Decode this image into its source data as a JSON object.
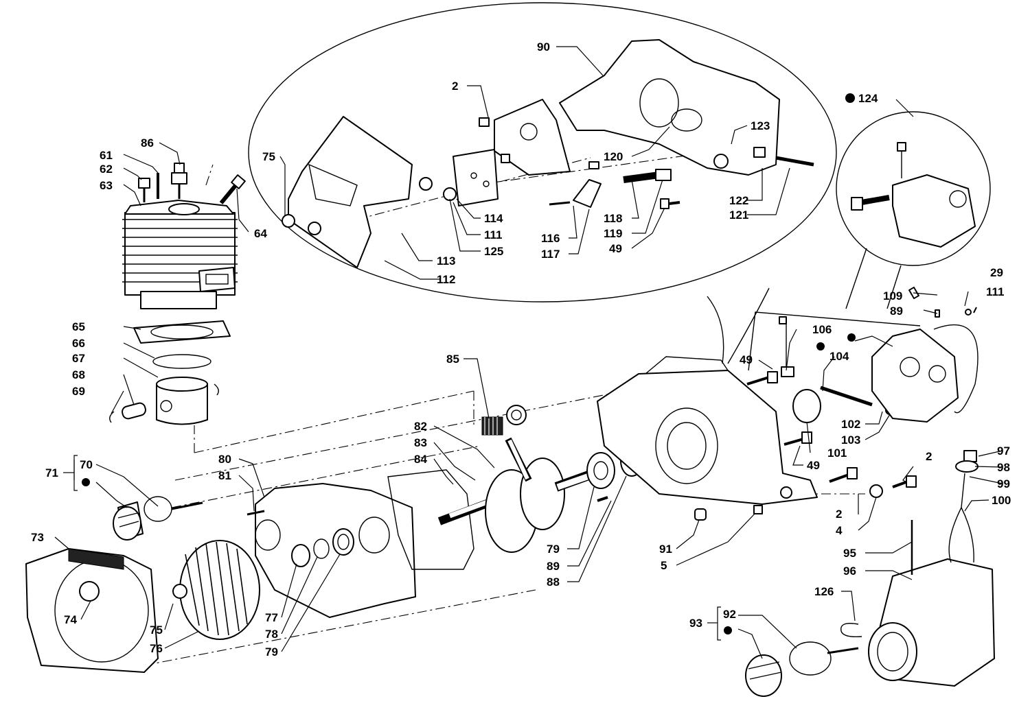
{
  "diagram": {
    "callouts": {
      "c2a": "2",
      "c2b": "2",
      "c2c": "2",
      "c4": "4",
      "c5": "5",
      "c29": "29",
      "c49a": "49",
      "c49b": "49",
      "c49c": "49",
      "c61": "61",
      "c62": "62",
      "c63": "63",
      "c64": "64",
      "c65": "65",
      "c66": "66",
      "c67": "67",
      "c68": "68",
      "c69": "69",
      "c70": "70",
      "c71": "71",
      "c73": "73",
      "c74": "74",
      "c75a": "75",
      "c75b": "75",
      "c76": "76",
      "c77": "77",
      "c78": "78",
      "c79a": "79",
      "c79b": "79",
      "c80": "80",
      "c81": "81",
      "c82": "82",
      "c83": "83",
      "c84": "84",
      "c85": "85",
      "c86": "86",
      "c88": "88",
      "c89a": "89",
      "c89b": "89",
      "c90": "90",
      "c91": "91",
      "c92": "92",
      "c93": "93",
      "c95": "95",
      "c96": "96",
      "c97": "97",
      "c98": "98",
      "c99": "99",
      "c100": "100",
      "c101": "101",
      "c102": "102",
      "c103": "103",
      "c104": "104",
      "c106": "106",
      "c109": "109",
      "c111a": "111",
      "c111b": "111",
      "c112": "112",
      "c113": "113",
      "c114": "114",
      "c116": "116",
      "c117": "117",
      "c118": "118",
      "c119": "119",
      "c120": "120",
      "c121": "121",
      "c122": "122",
      "c123": "123",
      "c124": "124",
      "c125": "125",
      "c126": "126"
    },
    "colors": {
      "line": "#000000",
      "background": "#ffffff"
    },
    "marker_icon": "filled-circle-bullet"
  }
}
